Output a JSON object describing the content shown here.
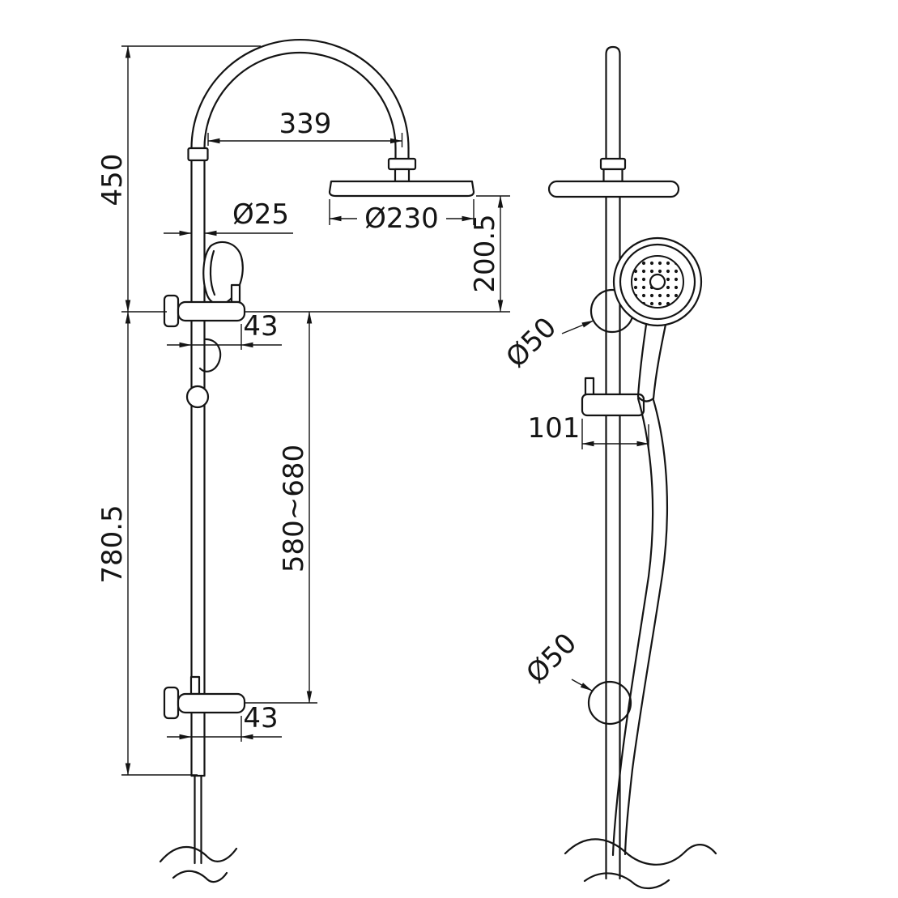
{
  "side_view": {
    "height_upper": "450",
    "arm_length": "339",
    "pipe_diameter": "Ø25",
    "head_diameter": "Ø230",
    "head_drop": "200.5",
    "bracket_offset_top": "43",
    "adjustable_range": "580~680",
    "height_lower": "780.5",
    "bracket_offset_bottom": "43"
  },
  "front_view": {
    "holder_diameter_top": "Ø50",
    "bracket_width": "101",
    "holder_diameter_bottom": "Ø50"
  }
}
